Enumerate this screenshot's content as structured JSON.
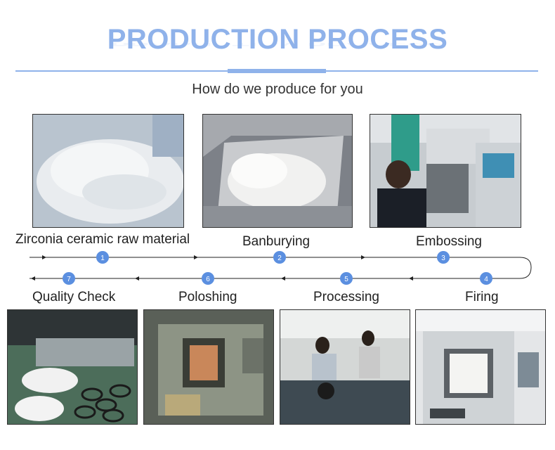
{
  "header": {
    "title": "PRODUCTION PROCESS",
    "subtitle": "How do we produce for you"
  },
  "steps": [
    {
      "num": "1",
      "label": "Zirconia ceramic raw material"
    },
    {
      "num": "2",
      "label": "Banburying"
    },
    {
      "num": "3",
      "label": "Embossing"
    },
    {
      "num": "4",
      "label": "Firing"
    },
    {
      "num": "5",
      "label": "Processing"
    },
    {
      "num": "6",
      "label": "Poloshing"
    },
    {
      "num": "7",
      "label": "Quality Check"
    }
  ],
  "colors": {
    "accent": "#8fb2ea",
    "marker": "#5b8fe0"
  }
}
